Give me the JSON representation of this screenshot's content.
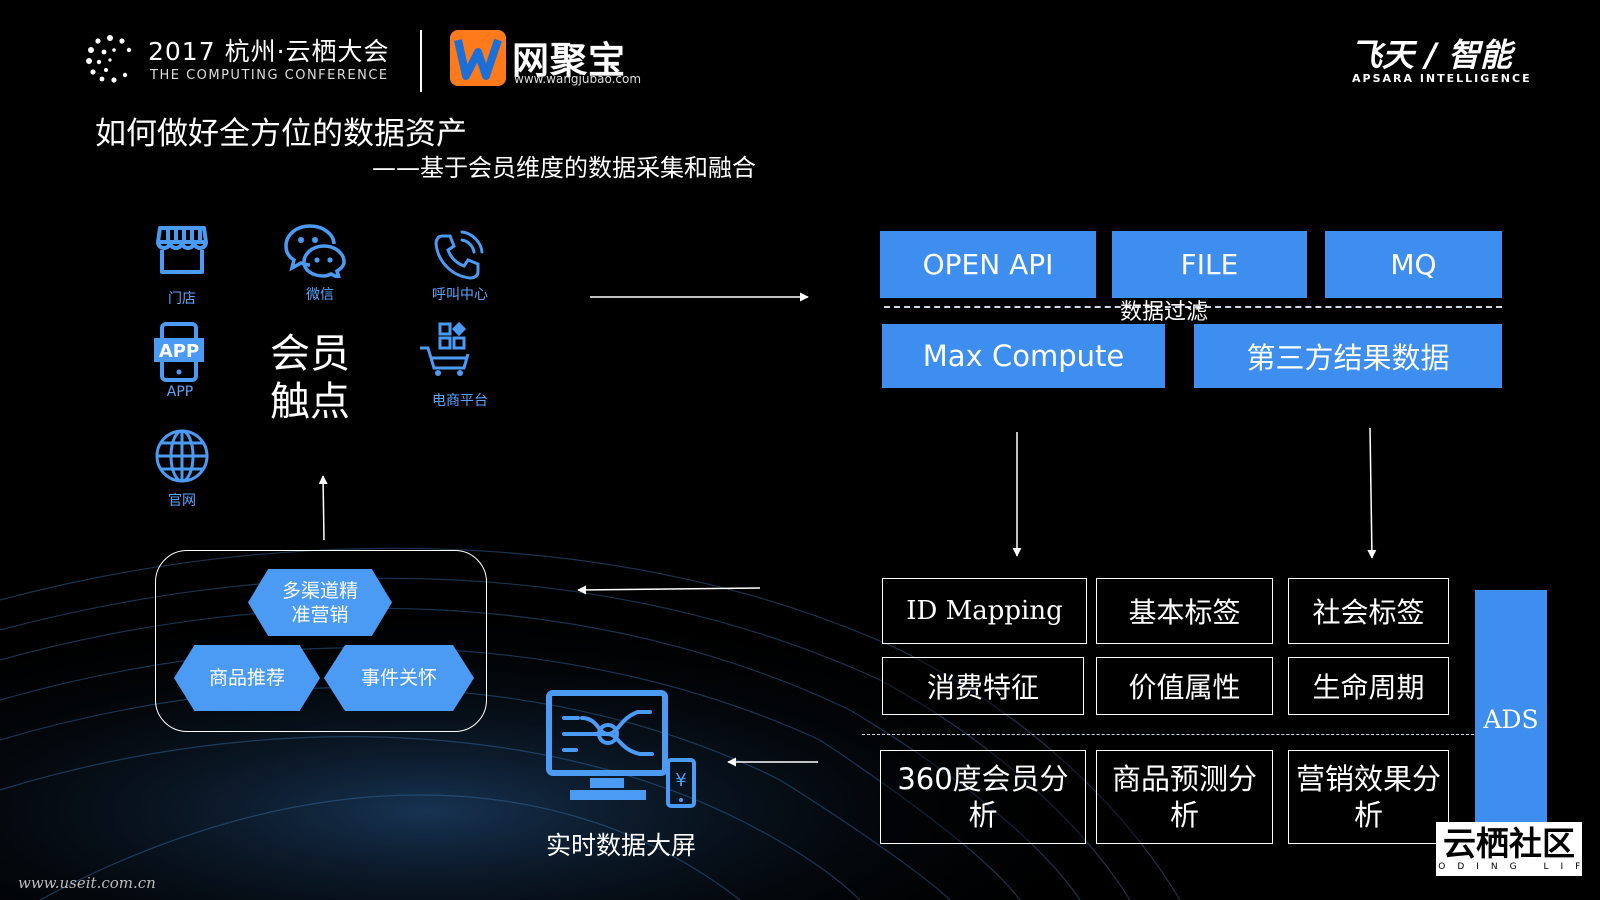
{
  "header": {
    "conference_year_title": "2017 杭州·云栖大会",
    "conference_subtitle": "THE COMPUTING CONFERENCE",
    "brand_name": "网聚宝",
    "brand_url": "www.wangjubao.com",
    "partner_name": "飞天 / 智能",
    "partner_subtitle": "APSARA INTELLIGENCE"
  },
  "slide": {
    "title": "如何做好全方位的数据资产",
    "subtitle": "——基于会员维度的数据采集和融合"
  },
  "touchpoints": {
    "center_label_line1": "会员",
    "center_label_line2": "触点",
    "items": [
      {
        "label": "门店",
        "icon": "store-icon"
      },
      {
        "label": "微信",
        "icon": "wechat-icon"
      },
      {
        "label": "呼叫中心",
        "icon": "phone-icon"
      },
      {
        "label": "APP",
        "icon": "app-icon"
      },
      {
        "label": "电商平台",
        "icon": "cart-icon"
      },
      {
        "label": "官网",
        "icon": "globe-icon"
      }
    ]
  },
  "sources": {
    "open_api": "OPEN API",
    "file": "FILE",
    "mq": "MQ",
    "filter_label": "数据过滤",
    "max_compute": "Max Compute",
    "third_party": "第三方结果数据"
  },
  "tags": {
    "row1": [
      "ID Mapping",
      "基本标签",
      "社会标签"
    ],
    "row2": [
      "消费特征",
      "价值属性",
      "生命周期"
    ],
    "row3": [
      "360度会员分析",
      "商品预测分析",
      "营销效果分析"
    ],
    "ads": "ADS"
  },
  "marketing": {
    "top": "多渠道精准营销",
    "left": "商品推荐",
    "right": "事件关怀"
  },
  "realtime_label": "实时数据大屏",
  "badge": {
    "main": "云栖社区",
    "sub": "CODING LIFE"
  },
  "watermark": "www.useit.com.cn",
  "colors": {
    "accent_blue": "#3e8ef0",
    "icon_blue": "#4b9bf5",
    "background": "#000000"
  }
}
